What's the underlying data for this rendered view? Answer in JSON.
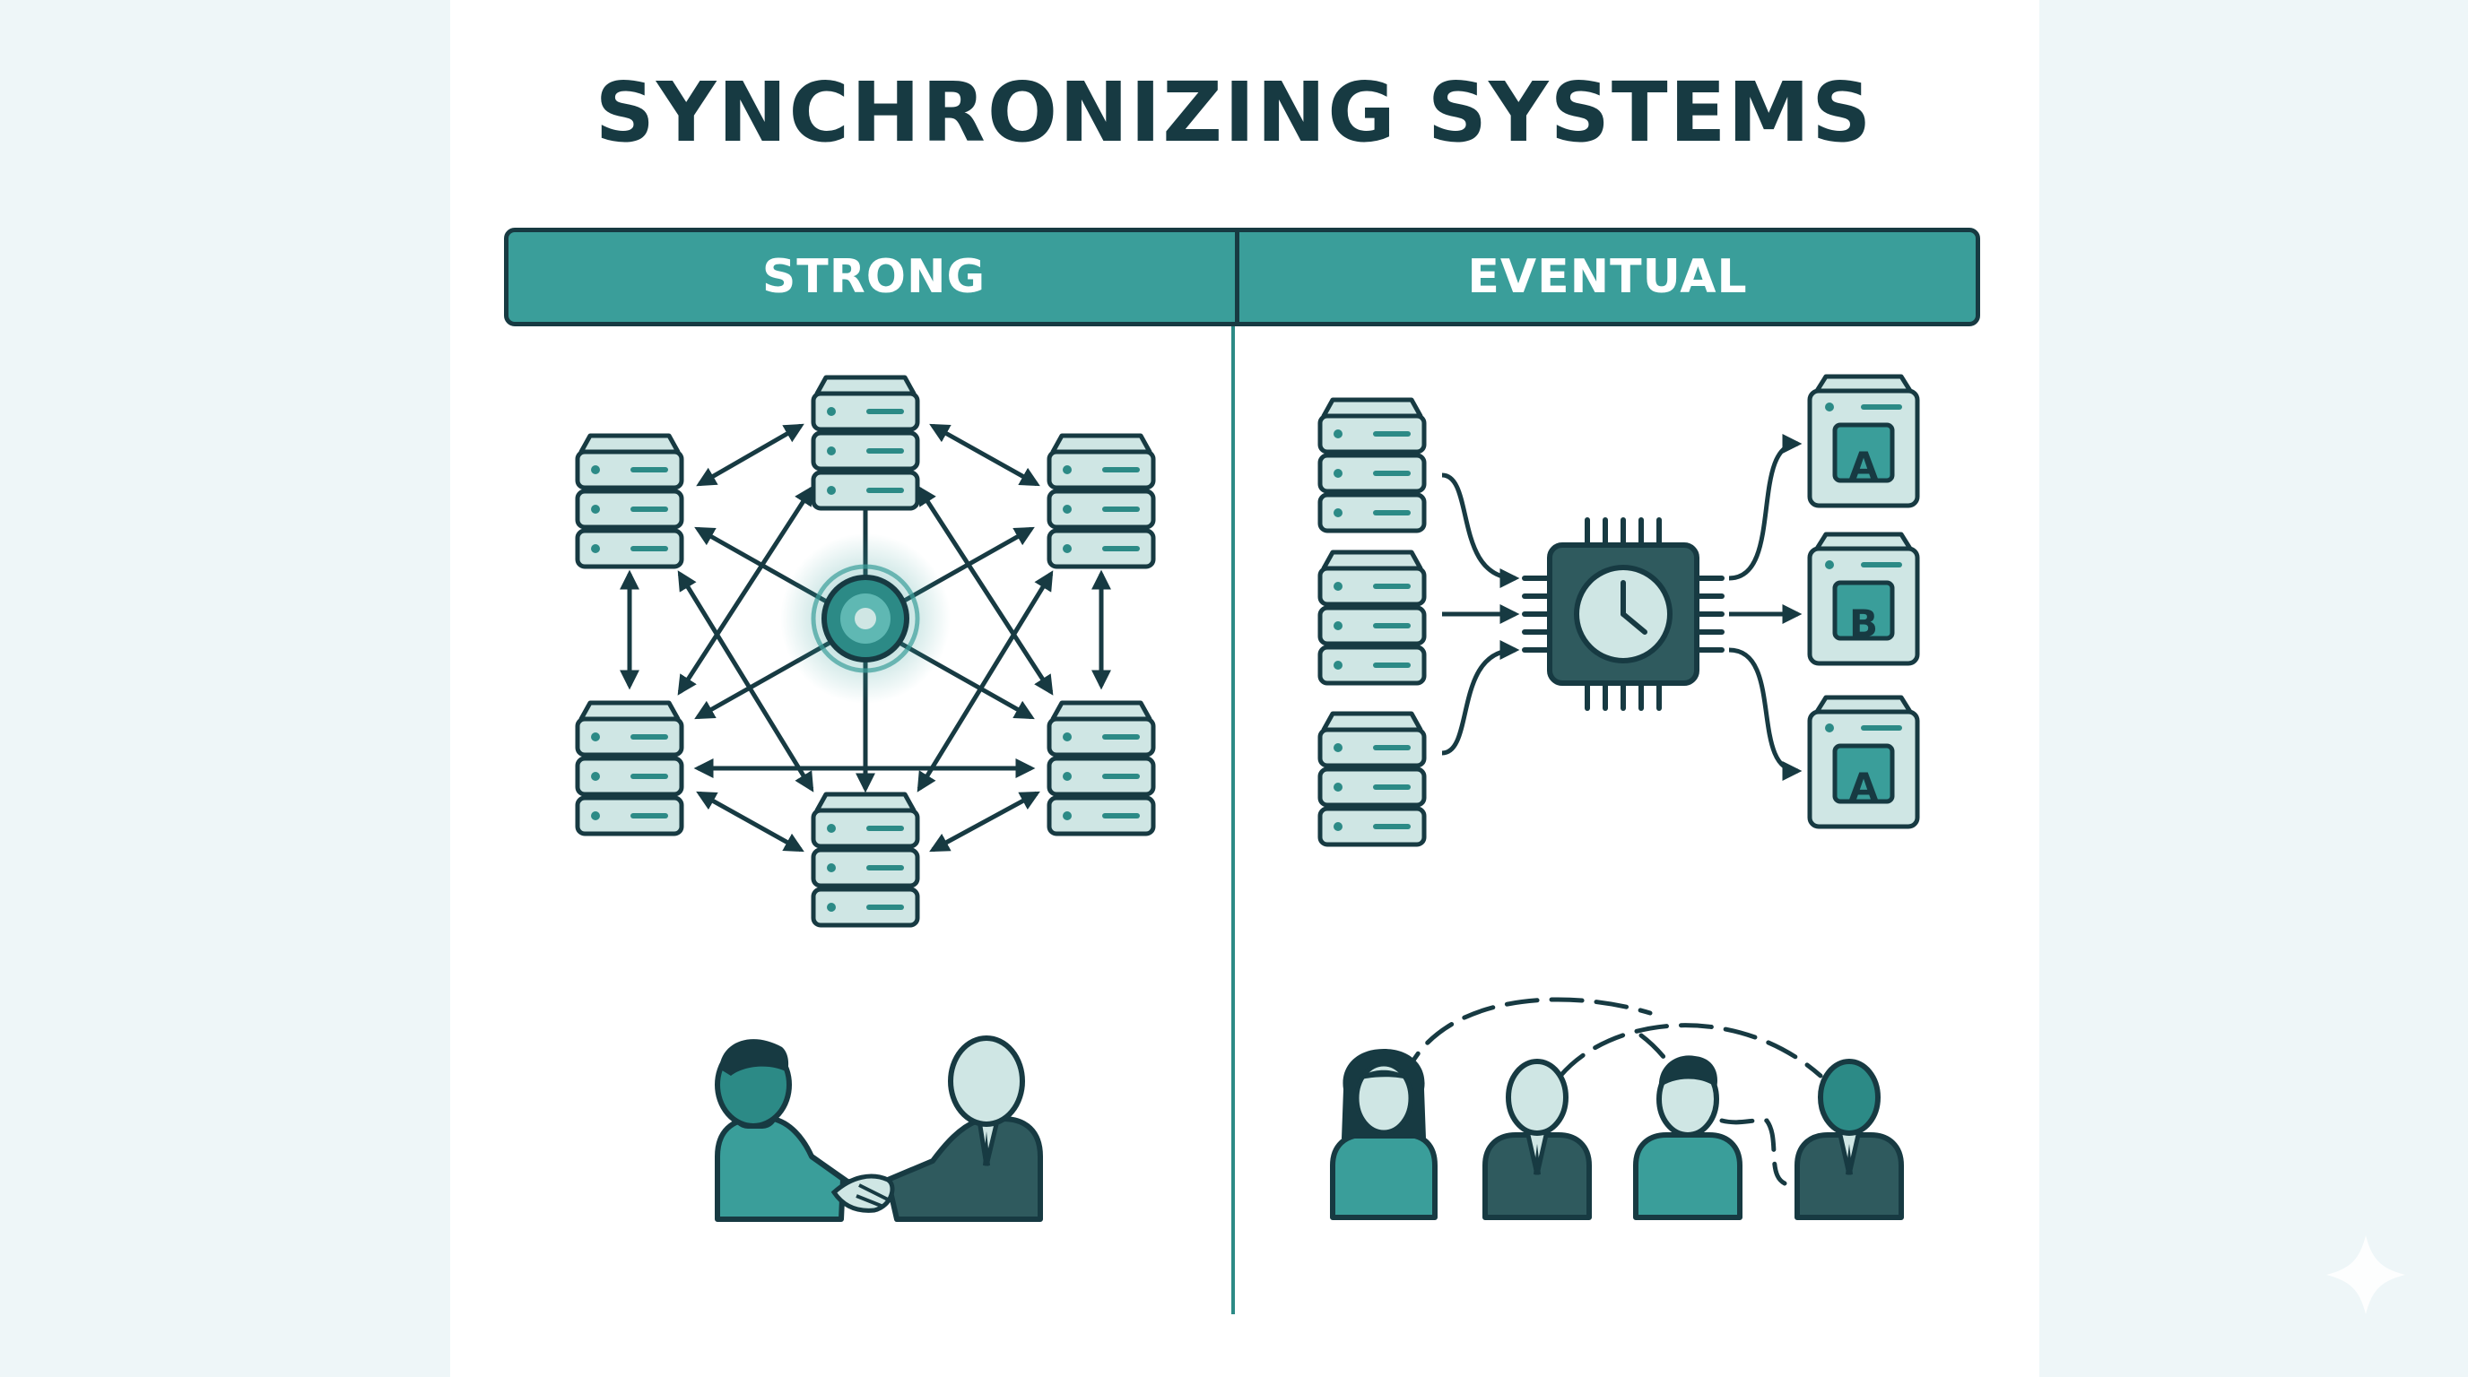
{
  "title": "SYNCHRONIZING SYSTEMS",
  "columns": {
    "strong": "STRONG",
    "eventual": "EVENTUAL"
  },
  "icons": {
    "server": "server-stack-icon",
    "hub": "sync-hub-icon",
    "clock_chip": "clock-chip-icon",
    "replica": "replica-icon",
    "person": "person-icon",
    "handshake": "handshake-icon"
  },
  "eventual_replicas": [
    "A",
    "B",
    "A"
  ],
  "colors": {
    "teal": "#3a9e9a",
    "dark": "#173a42",
    "light_teal": "#cfe6e4"
  }
}
